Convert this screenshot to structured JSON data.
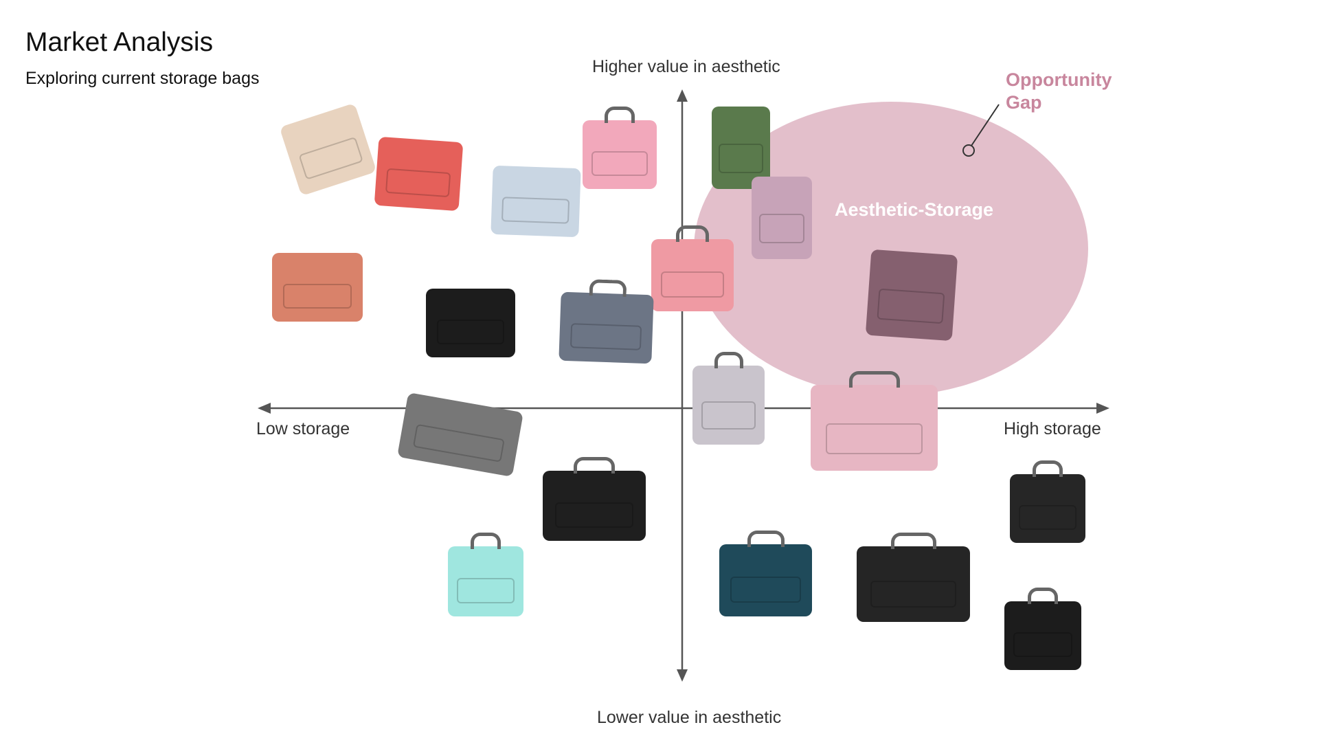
{
  "title": "Market Analysis",
  "subtitle": "Exploring current storage bags",
  "axes": {
    "top": "Higher value in aesthetic",
    "bottom": "Lower value in aesthetic",
    "left": "Low storage",
    "right": "High storage"
  },
  "opportunity_label_line1": "Opportunity",
  "opportunity_label_line2": "Gap",
  "ellipse_label": "Aesthetic-Storage",
  "colors": {
    "ellipse": "#cc8aa0",
    "opportunity": "#c8869d",
    "axis": "#555555"
  },
  "bags": [
    {
      "name": "beige-folio-sleeve",
      "color": "#e8d3bf",
      "handle": false
    },
    {
      "name": "coral-laptop-sleeve",
      "color": "#e5605a",
      "handle": false
    },
    {
      "name": "light-blue-tiedye-pouch",
      "color": "#c9d6e3",
      "handle": false
    },
    {
      "name": "pink-handbag-with-bear",
      "color": "#f2a8bb",
      "handle": true
    },
    {
      "name": "green-zip-sleeve",
      "color": "#5a7a4c",
      "handle": false
    },
    {
      "name": "mauve-sleeve",
      "color": "#c7a3b8",
      "handle": false
    },
    {
      "name": "pink-laptop-bag",
      "color": "#ef9aa3",
      "handle": true
    },
    {
      "name": "purple-brown-bag",
      "color": "#85606f",
      "handle": false
    },
    {
      "name": "abstract-print-sleeve",
      "color": "#d9826a",
      "handle": false
    },
    {
      "name": "black-white-sleeve",
      "color": "#1c1c1c",
      "handle": false
    },
    {
      "name": "grey-denim-sleeve",
      "color": "#6c7585",
      "handle": true
    },
    {
      "name": "grey-felt-tote",
      "color": "#c9c4cc",
      "handle": true
    },
    {
      "name": "pink-striped-messenger",
      "color": "#e7b6c3",
      "handle": true
    },
    {
      "name": "grey-felt-envelope",
      "color": "#777777",
      "handle": false
    },
    {
      "name": "black-messenger",
      "color": "#1f1f1f",
      "handle": true
    },
    {
      "name": "black-organizer-bag",
      "color": "#262626",
      "handle": true
    },
    {
      "name": "mint-zip-pouch",
      "color": "#9fe6df",
      "handle": true
    },
    {
      "name": "teal-laptop-bag",
      "color": "#1f4a5a",
      "handle": true
    },
    {
      "name": "black-briefcase",
      "color": "#252525",
      "handle": true
    },
    {
      "name": "black-open-briefcase",
      "color": "#1c1c1c",
      "handle": true
    }
  ]
}
